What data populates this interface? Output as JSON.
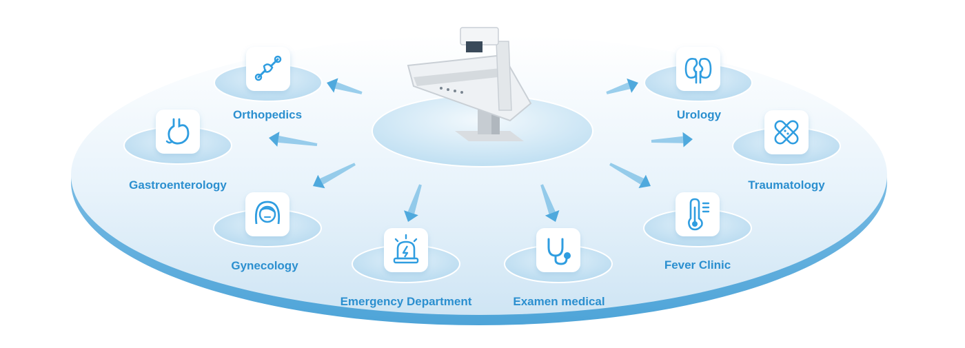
{
  "departments": [
    {
      "id": "orthopedics",
      "label": "Orthopedics",
      "icon": "bone-joint-icon"
    },
    {
      "id": "gastroenterology",
      "label": "Gastroenterology",
      "icon": "stomach-icon"
    },
    {
      "id": "gynecology",
      "label": "Gynecology",
      "icon": "female-face-icon"
    },
    {
      "id": "emergency",
      "label": "Emergency Department",
      "icon": "siren-alarm-icon"
    },
    {
      "id": "examen",
      "label": "Examen medical",
      "icon": "stethoscope-icon"
    },
    {
      "id": "fever",
      "label": "Fever Clinic",
      "icon": "thermometer-icon"
    },
    {
      "id": "traumatology",
      "label": "Traumatology",
      "icon": "bandage-icon"
    },
    {
      "id": "urology",
      "label": "Urology",
      "icon": "kidney-icon"
    }
  ],
  "colors": {
    "label": "#2b8fcf",
    "icon": "#2f9de0",
    "platform_top": "#eaf4fb",
    "platform_edge": "#7fbde3",
    "pad": "#c9e3f3",
    "arrow": "#4fa9dd"
  },
  "device": {
    "name": "x-ray-machine"
  }
}
